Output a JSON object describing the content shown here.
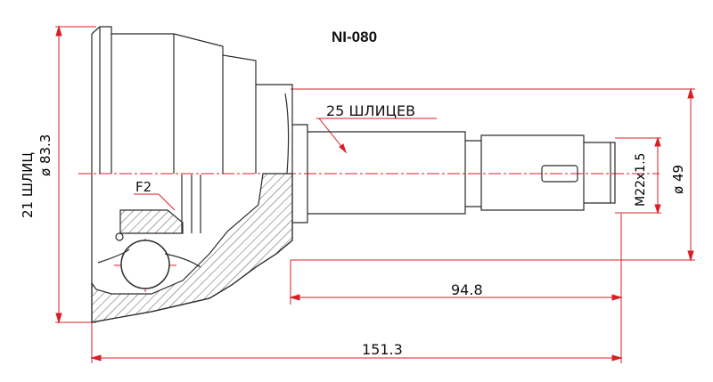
{
  "title": "NI-080",
  "labels": {
    "spline_count_shaft": "25 ШЛИЦЕВ",
    "spline_count_body": "21 ШЛИЦ",
    "outer_diameter": "ø 83.3",
    "thread": "M22x1.5",
    "shaft_diameter": "ø 49",
    "section_label": "F2",
    "length_shaft": "94.8",
    "length_total": "151.3"
  },
  "colors": {
    "outline": "#2b2b2b",
    "dimension": "#d81f26",
    "text": "#111111",
    "hatch": "#555555",
    "background": "#ffffff"
  }
}
